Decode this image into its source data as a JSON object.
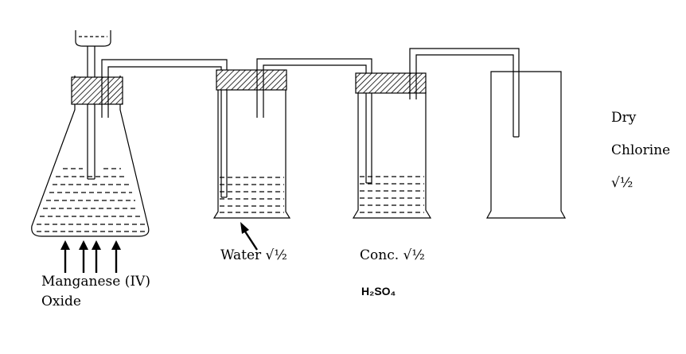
{
  "labels": {
    "manganese_line1": "Manganese (IV)",
    "manganese_line2": "Oxide",
    "water": "Water √½",
    "conc": "Conc. √½",
    "h2so4": "H₂SO₄",
    "dry": "Dry",
    "chlorine": "Chlorine",
    "mark": "√½"
  },
  "colors": {
    "ink": "#000000",
    "background": "#ffffff"
  }
}
